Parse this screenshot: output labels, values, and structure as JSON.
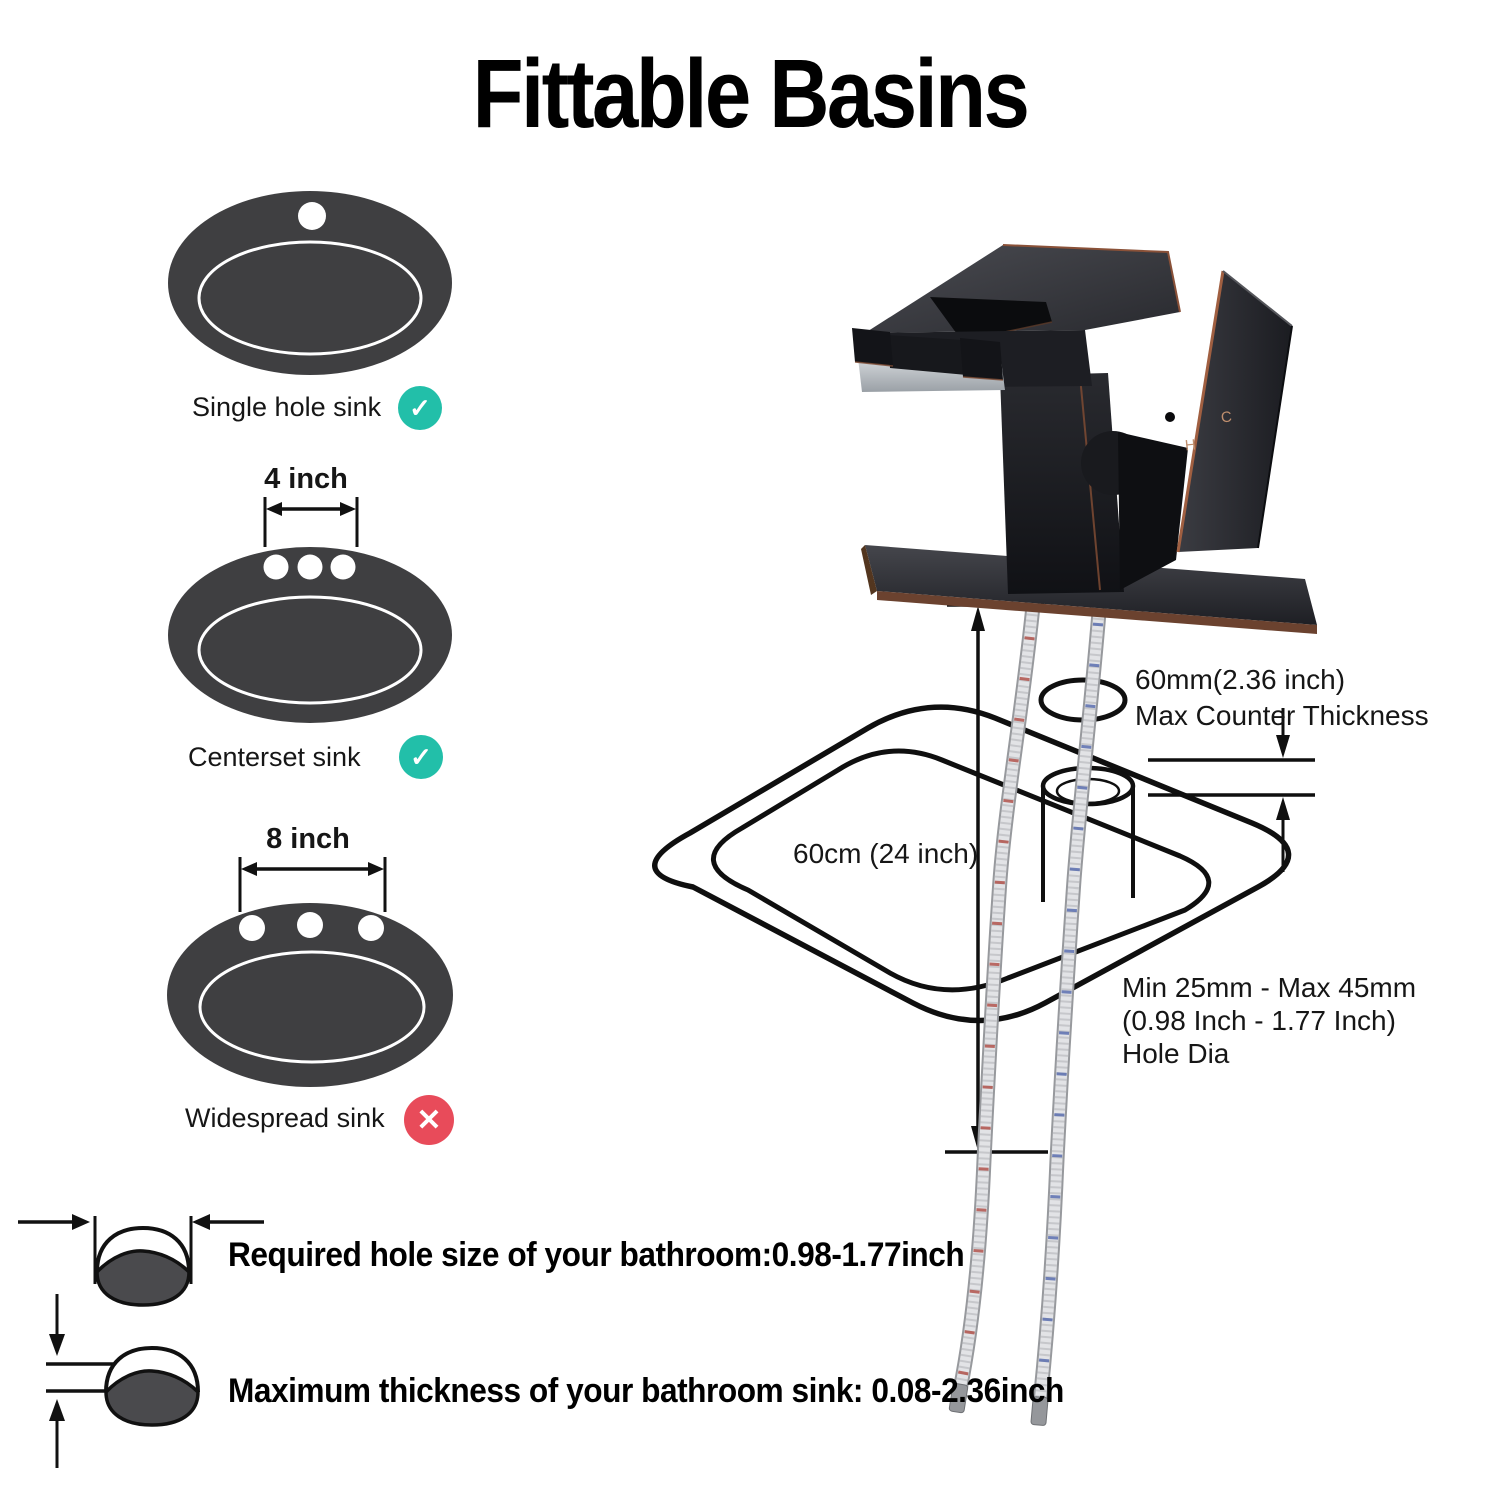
{
  "title": "Fittable Basins",
  "sinks": [
    {
      "label": "Single hole sink",
      "compatible": true,
      "dimension": null
    },
    {
      "label": "Centerset sink",
      "compatible": true,
      "dimension": "4 inch"
    },
    {
      "label": "Widespread sink",
      "compatible": false,
      "dimension": "8 inch"
    }
  ],
  "icons": {
    "check_glyph": "✓",
    "cross_glyph": "✕"
  },
  "install": {
    "counter_l1": "60mm(2.36 inch)",
    "counter_l2": "Max Counter Thickness",
    "sink_width": "60cm (24 inch)",
    "hole_l1": "Min 25mm - Max 45mm",
    "hole_l2": "(0.98 Inch - 1.77 Inch)",
    "hole_l3": "Hole Dia",
    "handle_hot": "H",
    "handle_cold": "C"
  },
  "notes": [
    {
      "text": "Required hole size of your bathroom:0.98-1.77inch"
    },
    {
      "text": "Maximum thickness of your bathroom sink: 0.08-2.36inch"
    }
  ],
  "colors": {
    "check_badge": "#22bfa9",
    "cross_badge": "#e84b5a",
    "sink_fill": "#3f3f41",
    "bronze_edge": "#8a5138",
    "hose_red_stripe": "#b2544c",
    "hose_blue_stripe": "#5a6faf",
    "diagram_line": "#0f0f0f"
  }
}
